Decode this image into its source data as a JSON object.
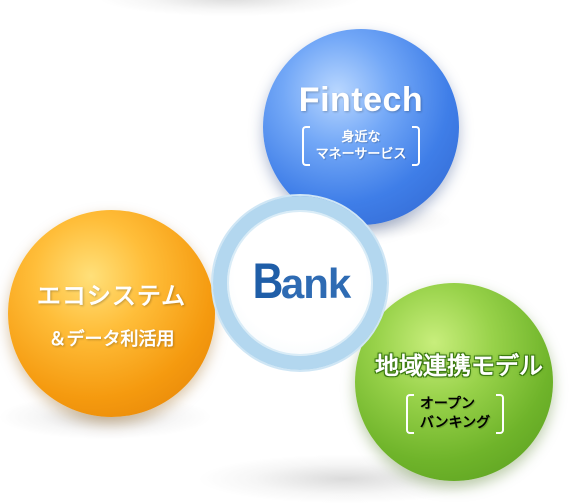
{
  "fintech": {
    "title": "Fintech",
    "sub_line1": "身近な",
    "sub_line2": "マネーサービス"
  },
  "ecosystem": {
    "line1": "エコシステム",
    "line2": "＆データ利活用"
  },
  "regional": {
    "title": "地域連携モデル",
    "sub_line1": "オープン",
    "sub_line2": "バンキング"
  },
  "center": {
    "logo_first": "B",
    "logo_rest": "ank"
  },
  "colors": {
    "fintech": "#3f7ee8",
    "ecosystem": "#f59a0f",
    "regional": "#6fb42a",
    "center_ring": "#b3d7ef",
    "logo": "#2e6bb3"
  }
}
